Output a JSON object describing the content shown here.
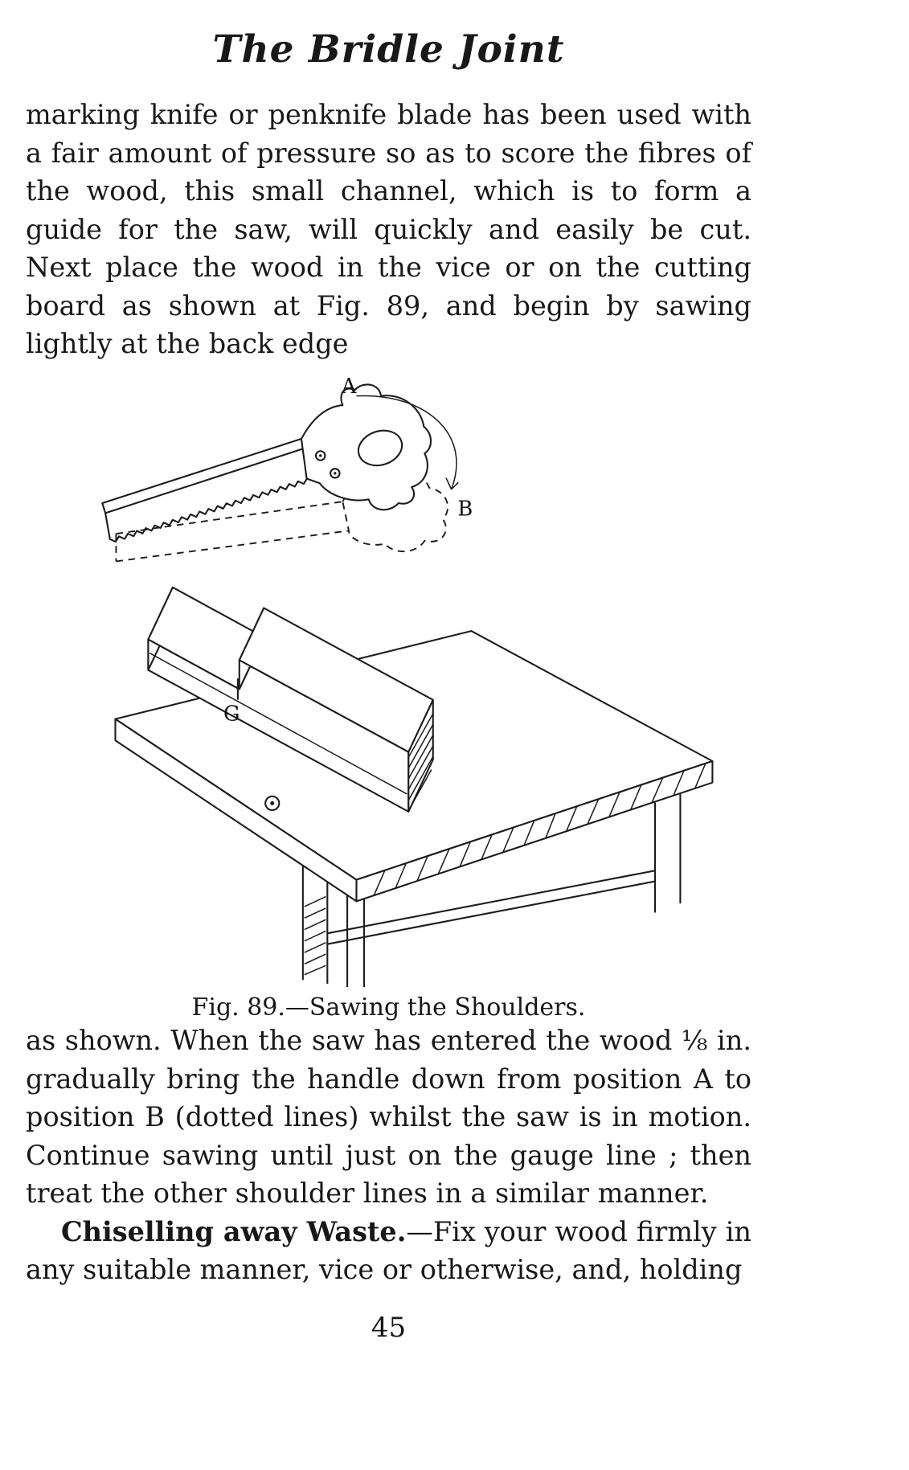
{
  "doc": {
    "title": "The Bridle Joint",
    "para1": "marking knife or penknife blade has been used with a fair amount of pressure so as to score the fibres of the wood, this small channel, which is to form a guide for the saw, will quickly and easily be cut.  Next place the wood in the vice or on the cutting board as shown at Fig. 89, and begin by sawing lightly at the back edge",
    "figure": {
      "caption": "Fig. 89.—Sawing the Shoulders.",
      "labels": {
        "a": "A",
        "b": "B",
        "g": "G"
      }
    },
    "para2": "as shown.  When the saw has entered the wood ⅛ in. gradually bring the handle down from position A to position B (dotted lines) whilst the saw is in motion.  Continue sawing until just on the gauge line ; then treat the other shoulder lines in a similar manner.",
    "para3_lead": "Chiselling away Waste.",
    "para3_rest": "—Fix your wood firmly in any suitable manner, vice or otherwise, and, holding",
    "page_number": "45"
  }
}
